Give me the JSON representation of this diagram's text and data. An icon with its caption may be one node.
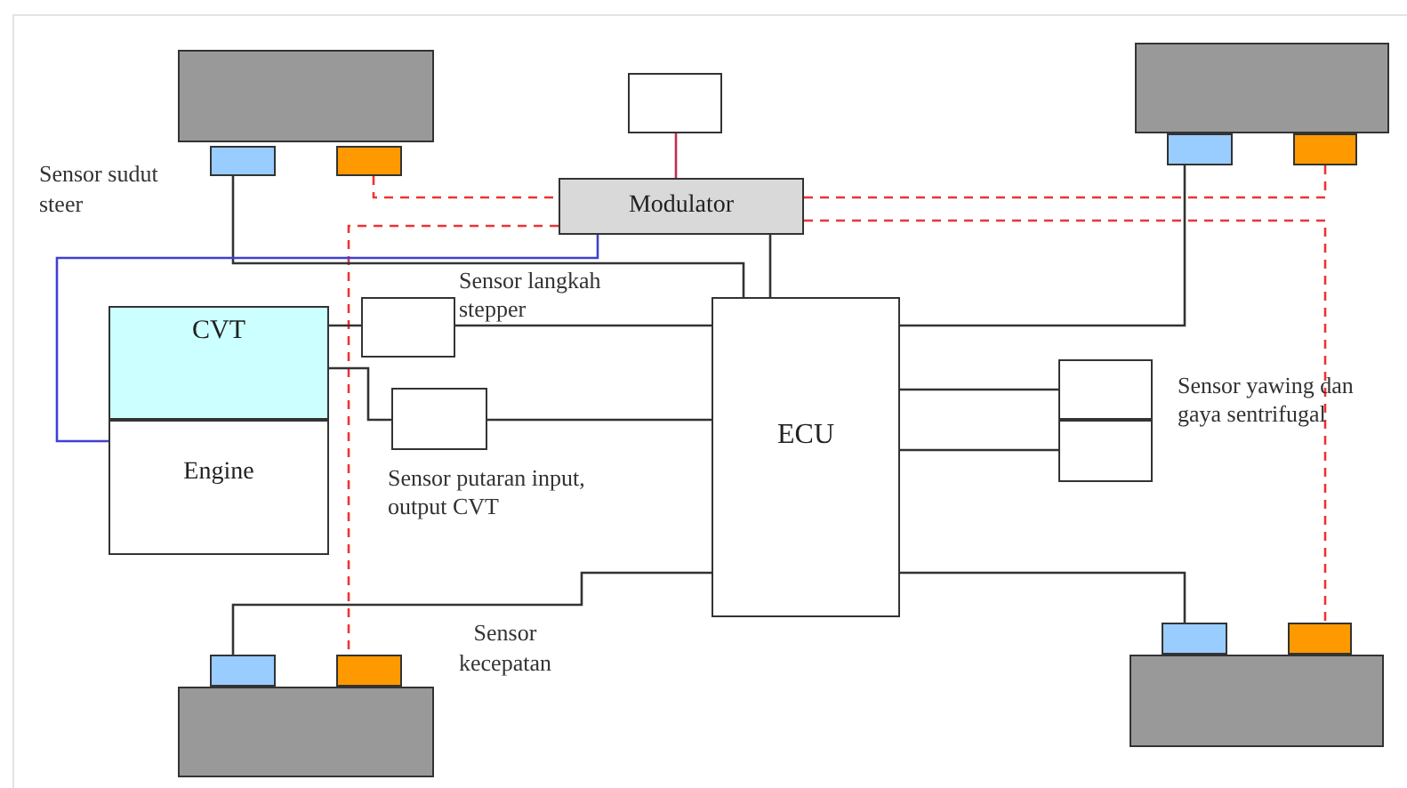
{
  "diagram": {
    "nodes": [
      {
        "text": [],
        "shape": "box"
      },
      {
        "text": [],
        "shape": "box"
      },
      {
        "text": [],
        "shape": "box"
      },
      {
        "text": [],
        "shape": "box"
      },
      {
        "text": [],
        "shape": "box"
      },
      {
        "text": [],
        "shape": "box"
      },
      {
        "text": [],
        "shape": "box"
      },
      {
        "text": [
          "Modulator"
        ]
      },
      {
        "text": [
          "CVT"
        ]
      },
      {
        "text": [
          "Engine"
        ]
      },
      {
        "text": [],
        "shape": "box",
        "beside": [
          "Sensor langkah stepper"
        ]
      },
      {
        "text": [],
        "shape": "box",
        "beside": [
          "Sensor putaran input, output CVT"
        ]
      },
      {
        "text": [
          "ECU"
        ]
      },
      {
        "text": [],
        "shape": "box",
        "beside": [
          "Sensor yawing dan gaya sentrifugal"
        ]
      },
      {
        "text": [],
        "shape": "box"
      },
      {
        "text": [],
        "shape": "box"
      },
      {
        "text": [],
        "shape": "box"
      },
      {
        "text": [],
        "shape": "box"
      },
      {
        "text": [],
        "shape": "box"
      },
      {
        "text": [],
        "shape": "box"
      },
      {
        "text": [],
        "shape": "box"
      }
    ],
    "edges": [
      {
        "from": 6,
        "to": 7,
        "arrow": "none",
        "color": "#c03050"
      },
      {
        "from": 2,
        "to": 7,
        "arrow": "none",
        "style": "dashed",
        "color": "#ee3333"
      },
      {
        "from": 7,
        "to": 17,
        "arrow": "none",
        "style": "dashed",
        "color": "#ee3333"
      },
      {
        "from": 7,
        "to": 5,
        "arrow": "none",
        "style": "dashed",
        "color": "#ee3333"
      },
      {
        "from": 7,
        "to": 20,
        "arrow": "none",
        "style": "dashed",
        "color": "#ee3333"
      },
      {
        "from": 1,
        "to": 12,
        "arrow": "none"
      },
      {
        "from": 7,
        "to": 12,
        "arrow": "none"
      },
      {
        "from": 7,
        "to": 9,
        "arrow": "none",
        "color": "#4040d0"
      },
      {
        "from": 8,
        "to": 10,
        "arrow": "none"
      },
      {
        "from": 10,
        "to": 12,
        "arrow": "none"
      },
      {
        "from": 8,
        "to": 11,
        "arrow": "none"
      },
      {
        "from": 11,
        "to": 12,
        "arrow": "none"
      },
      {
        "from": 12,
        "to": 4,
        "arrow": "none"
      },
      {
        "from": 12,
        "to": 13,
        "arrow": "none"
      },
      {
        "from": 12,
        "to": 14,
        "arrow": "none"
      },
      {
        "from": 12,
        "to": 16,
        "arrow": "none"
      },
      {
        "from": 12,
        "to": 19,
        "arrow": "none"
      }
    ],
    "labels": [
      "Sensor sudut steer",
      "Sensor kecepatan"
    ]
  }
}
